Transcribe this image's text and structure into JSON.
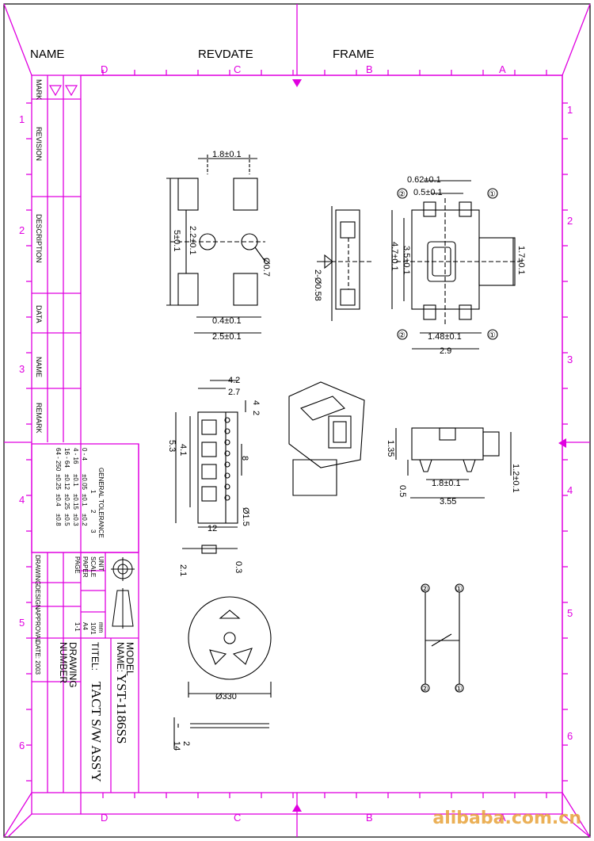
{
  "header": {
    "name": "NAME",
    "revdate": "REVDATE",
    "frame": "FRAME"
  },
  "zones": {
    "cols": [
      "D",
      "C",
      "B",
      "A"
    ],
    "rows": [
      "1",
      "2",
      "3",
      "4",
      "5",
      "6"
    ]
  },
  "revision_block": {
    "mark": "MARK",
    "revision": "REVISION",
    "description": "DESCRIPTION",
    "data": "DATA",
    "name": "NAME",
    "remark": "REMARK"
  },
  "tolerance": {
    "title": "GENERAL TOLERANCE",
    "cols": [
      "1",
      "2",
      "3"
    ],
    "rows": [
      [
        "0 - 4",
        "±0.05",
        "±0.1",
        "±0.2"
      ],
      [
        "4 - 16",
        "±0.1",
        "±0.15",
        "±0.3"
      ],
      [
        "16 - 64",
        "±0.12",
        "±0.25",
        "±0.5"
      ],
      [
        "64 - 250",
        "±0.25",
        "±0.4",
        "±0.8"
      ]
    ]
  },
  "title_block": {
    "unit_label": "UNIT",
    "unit_value": "mm",
    "scale_label": "SCALE",
    "scale_value": "10/1",
    "paper_label": "PAPER",
    "paper_value": "A4",
    "page_label": "PAGE",
    "page_value": "1-1",
    "drawing": "DRAWING",
    "design": "DESIGN",
    "approval": "APPROVAL",
    "date": "DATE: 2003",
    "model_label": "MODEL",
    "name_label": "NAME:",
    "model_value": "YST-1186SS",
    "title_label": "TITEL:",
    "title_value": "TACT S/W ASS'Y",
    "drawing_number": "DRAWING",
    "drawing_number2": "NUMBER"
  },
  "dims": {
    "d1": "1.8±0.1",
    "d2": "2.2±0.1",
    "d3": "5±0.1",
    "d4": "Ø0.7",
    "d5": "0.4±0.1",
    "d6": "2.5±0.1",
    "d7": "2-Ø0.58",
    "d8": "0.62±0.1",
    "d9": "0.5±0.1",
    "d10": "3.5±0.1",
    "d11": "4.7±0.1",
    "d12": "1.7±0.1",
    "d13": "1.48±0.1",
    "d14": "2.9",
    "d15": "4.2",
    "d16": "2.7",
    "d17": "4",
    "d18": "2",
    "d19": "5.3",
    "d20": "4.1",
    "d21": "8",
    "d22": "Ø1.5",
    "d23": "12",
    "d24": "2.1",
    "d25": "0.3",
    "d26": "1.35",
    "d27": "1.2±0.1",
    "d28": "1.8±0.1",
    "d29": "0.5",
    "d30": "3.55",
    "d31": "Ø330",
    "d32": "2",
    "d33": "14"
  },
  "pins": {
    "p1": "①",
    "p2": "②"
  },
  "watermark": "alibaba.com.cn"
}
